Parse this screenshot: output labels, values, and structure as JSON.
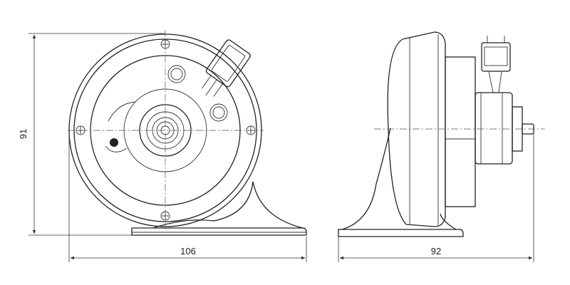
{
  "dimensions": {
    "height_label": "91",
    "front_width_label": "106",
    "side_depth_label": "92"
  }
}
